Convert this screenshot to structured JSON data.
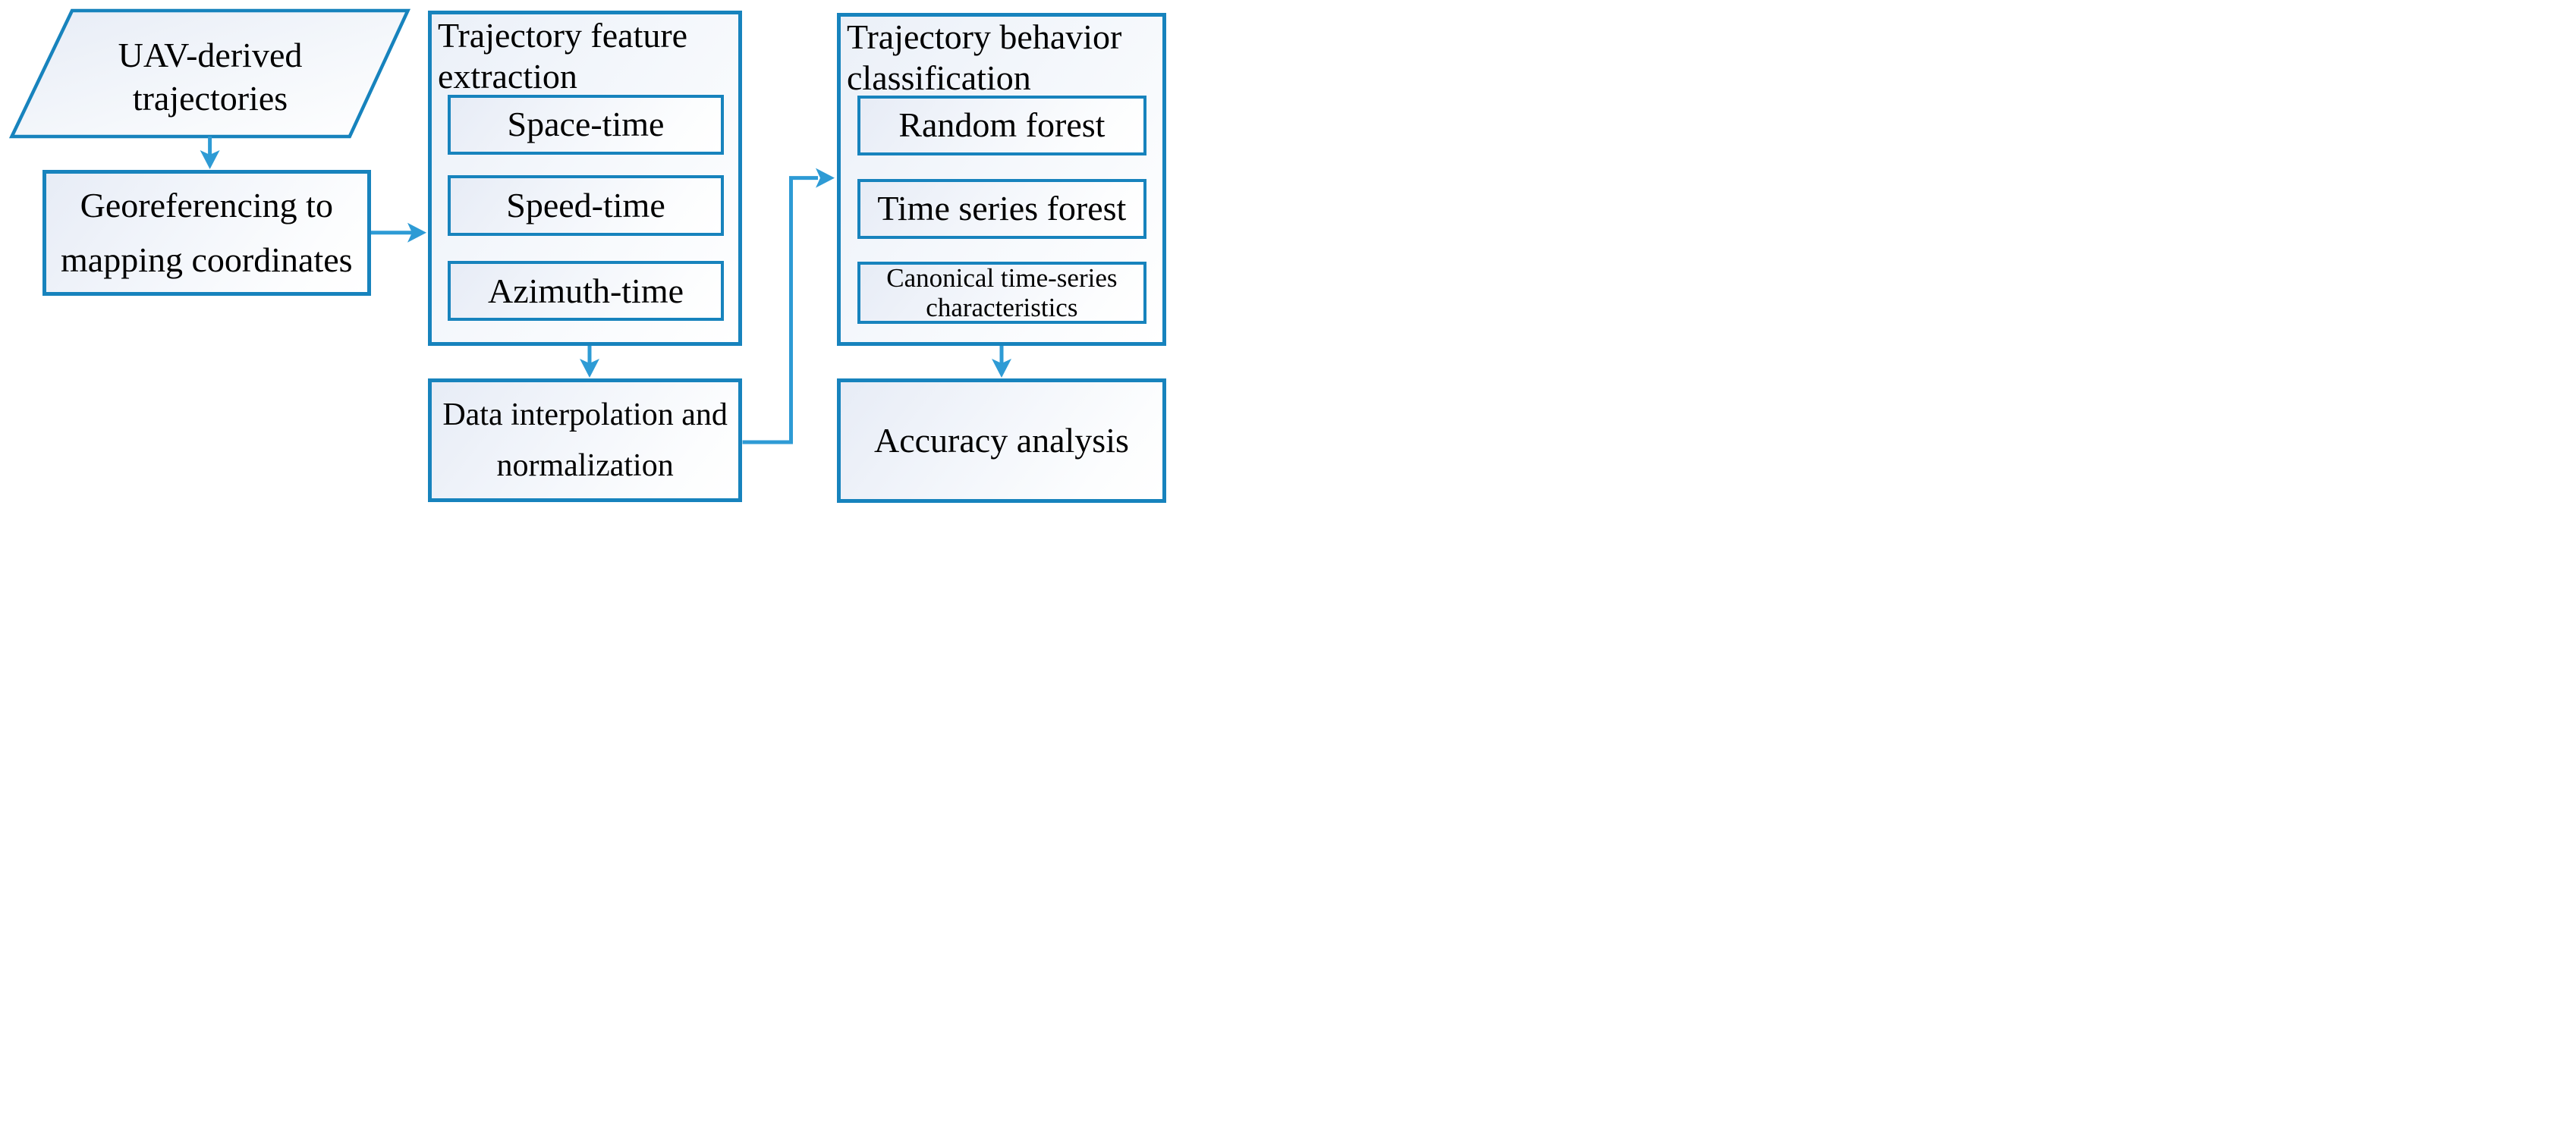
{
  "figure": {
    "type": "flowchart",
    "background": "#ffffff",
    "colors": {
      "box_border": "#1783bd",
      "arrow": "#2e9bd5",
      "box_fill_start": "#e7ecf6",
      "box_fill_end": "#ffffff",
      "text": "#000000"
    },
    "nodes": {
      "uav": {
        "shape": "parallelogram",
        "line1": "UAV-derived",
        "line2": "trajectories"
      },
      "georeferencing": {
        "shape": "rect",
        "line1": "Georeferencing to",
        "line2": "mapping coordinates"
      },
      "feature_extraction": {
        "shape": "container",
        "title1": "Trajectory feature",
        "title2": "extraction"
      },
      "space_time": {
        "label": "Space-time"
      },
      "speed_time": {
        "label": "Speed-time"
      },
      "azimuth_time": {
        "label": "Azimuth-time"
      },
      "interpolation": {
        "shape": "rect",
        "line1": "Data interpolation and",
        "line2": "normalization"
      },
      "behavior_classification": {
        "shape": "container",
        "title1": "Trajectory behavior",
        "title2": "classification"
      },
      "random_forest": {
        "label": "Random forest"
      },
      "time_series_forest": {
        "label": "Time series forest"
      },
      "canonical_features": {
        "line1": "Canonical time-series",
        "line2": "characteristics"
      },
      "accuracy": {
        "label": "Accuracy analysis"
      }
    },
    "edges": [
      {
        "from": "uav",
        "to": "georeferencing"
      },
      {
        "from": "georeferencing",
        "to": "feature_extraction"
      },
      {
        "from": "feature_extraction",
        "to": "interpolation"
      },
      {
        "from": "interpolation",
        "to": "behavior_classification"
      },
      {
        "from": "behavior_classification",
        "to": "accuracy"
      }
    ]
  }
}
